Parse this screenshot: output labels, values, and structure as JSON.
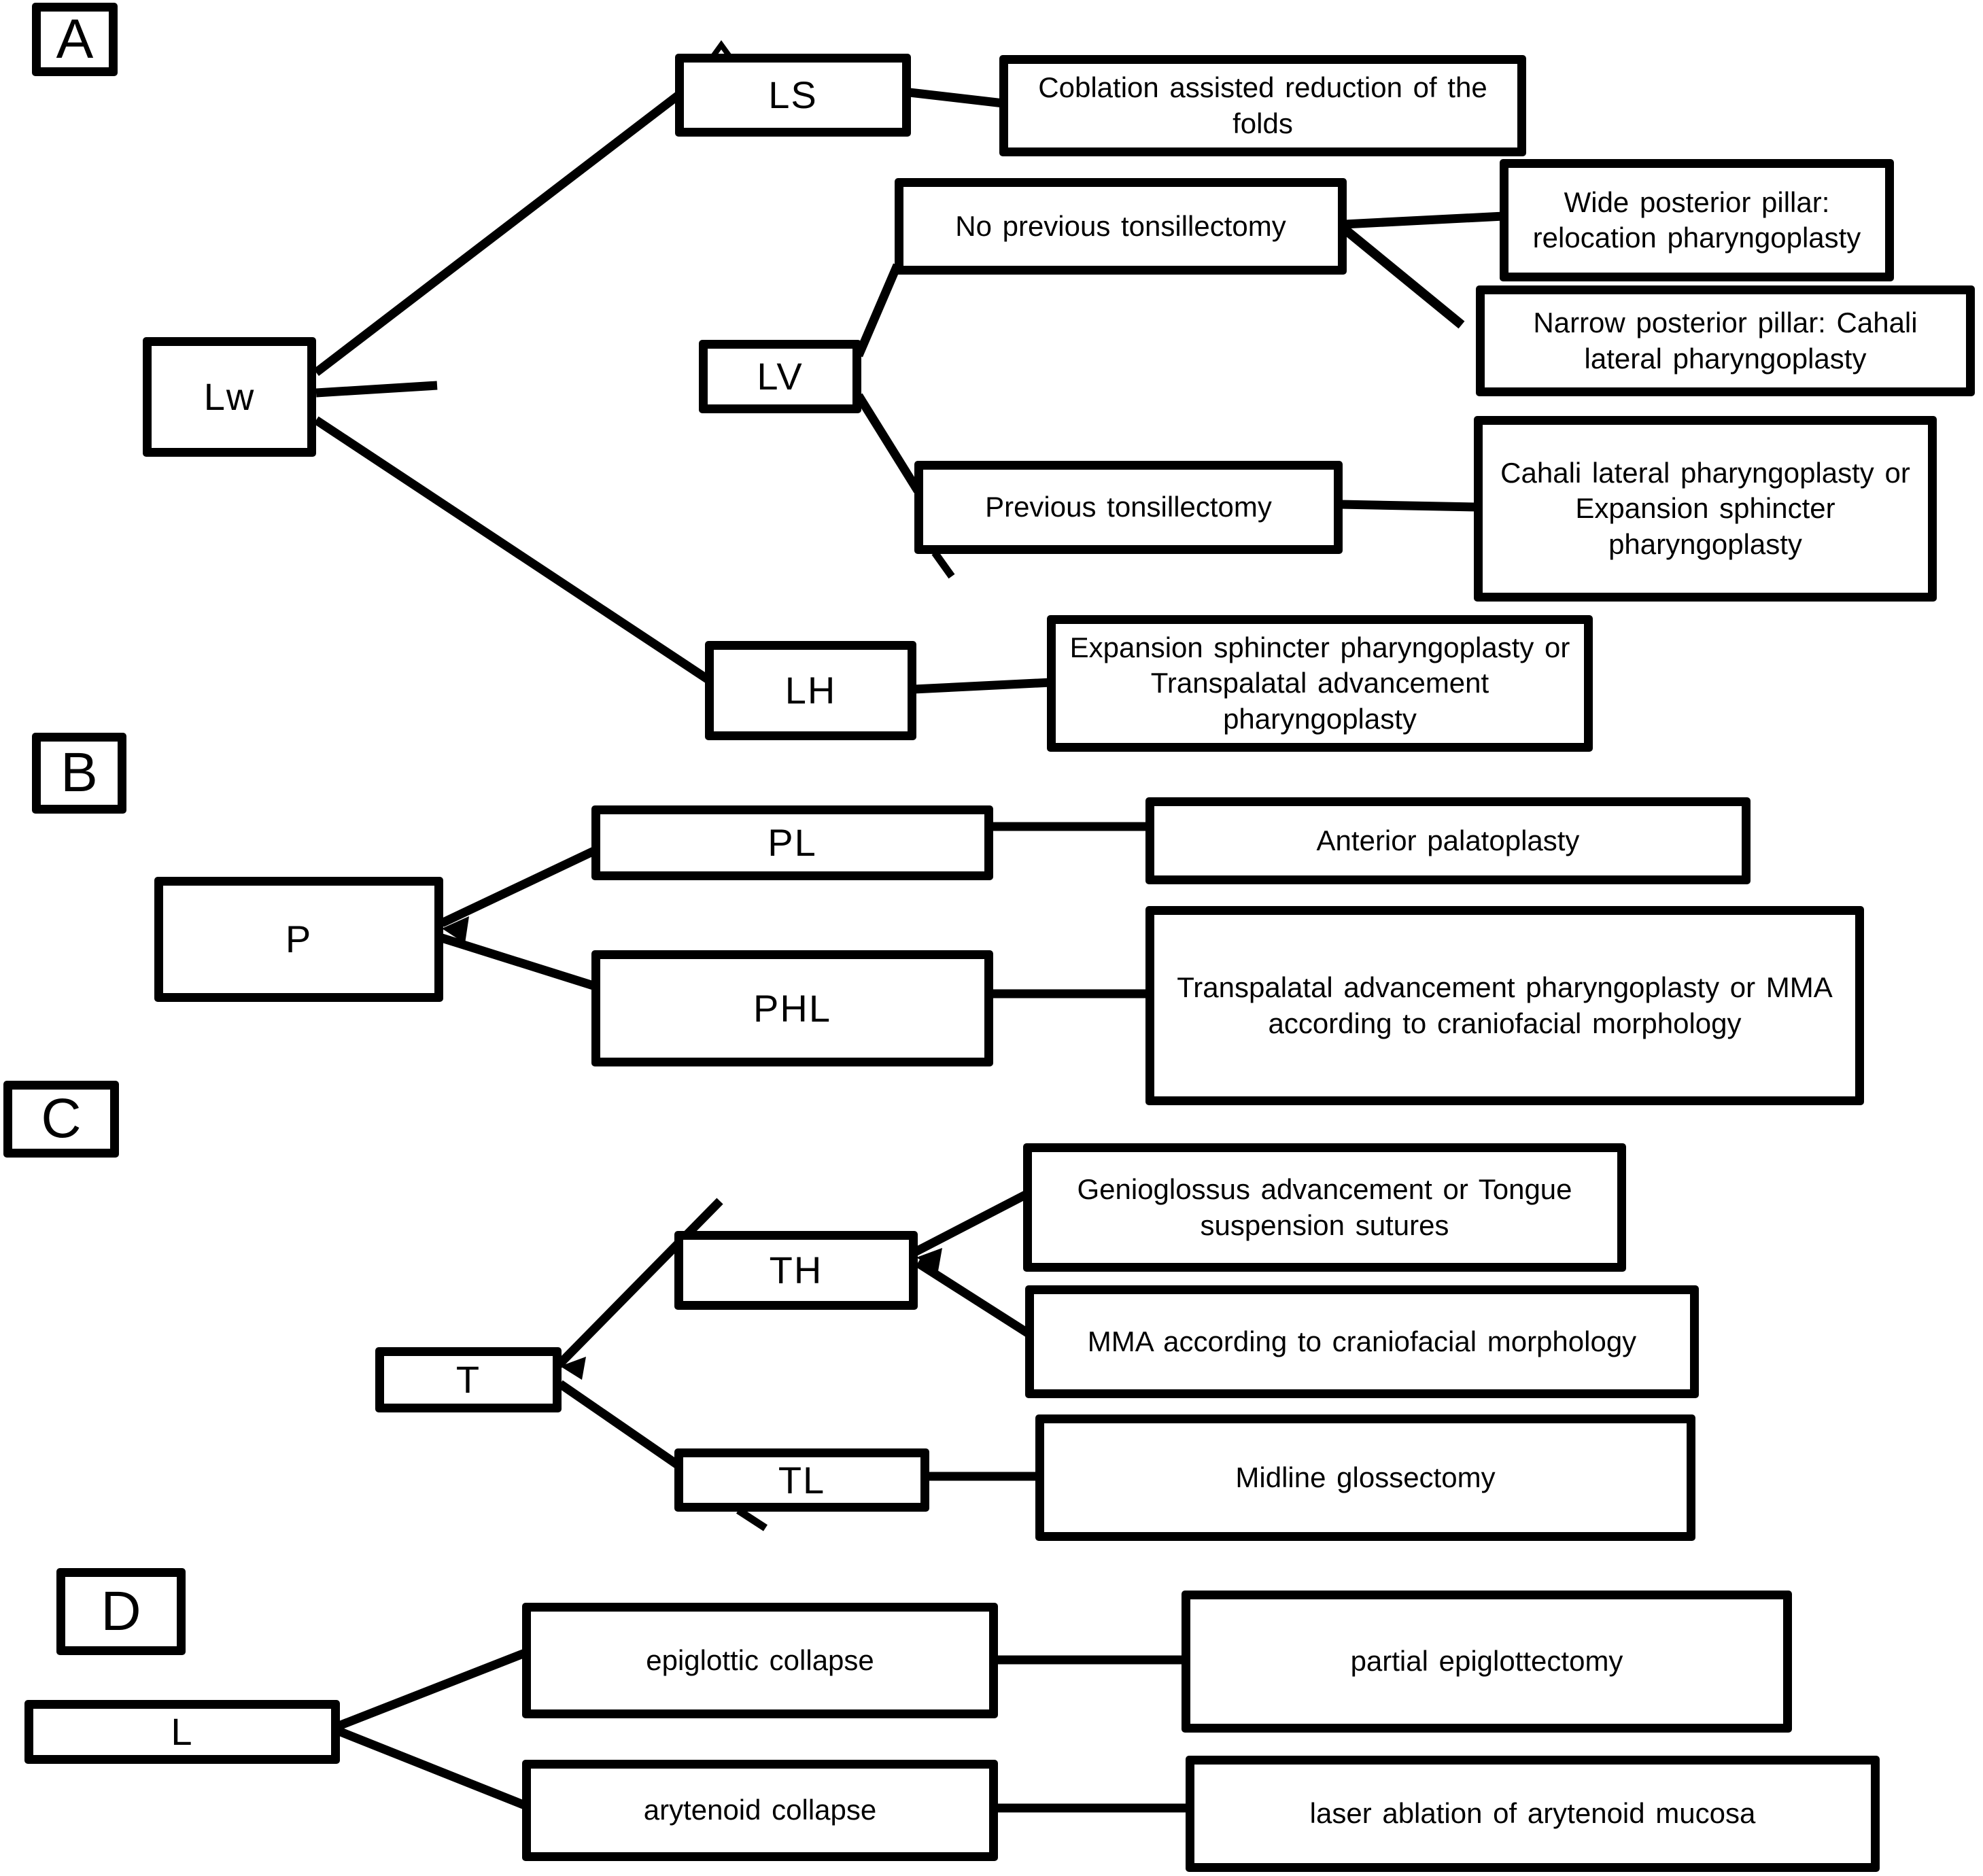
{
  "diagram": {
    "type": "flowchart",
    "description": "Four-panel surgical decision tree (panels A, B, C, D) mapping airway collapse patterns to surgical procedures",
    "panels": [
      "A",
      "B",
      "C",
      "D"
    ],
    "line_color": "#000000",
    "box_background": "#ffffff"
  },
  "nodes": {
    "a": "A",
    "lw": "Lw",
    "ls": "LS",
    "coblation": "Coblation assisted reduction of the folds",
    "no_prev": "No previous tonsillectomy",
    "wide_post": "Wide posterior pillar: relocation pharyngoplasty",
    "narrow_post": "Narrow posterior pillar: Cahali lateral pharyngoplasty",
    "lv": "LV",
    "prev_tons": "Previous tonsillectomy",
    "cahali": "Cahali lateral pharyngoplasty or Expansion sphincter pharyngoplasty",
    "lh": "LH",
    "exp_sph": "Expansion sphincter pharyngoplasty or Transpalatal advancement pharyngoplasty",
    "b": "B",
    "pl": "PL",
    "anterior": "Anterior palatoplasty",
    "p": "P",
    "phl": "PHL",
    "transpalatal": "Transpalatal advancement pharyngoplasty or MMA according to craniofacial morphology",
    "c": "C",
    "genioglossus": "Genioglossus advancement or Tongue suspension sutures",
    "th": "TH",
    "mma": "MMA according to craniofacial morphology",
    "t": "T",
    "tl": "TL",
    "midline": "Midline glossectomy",
    "d": "D",
    "epiglottic": "epiglottic collapse",
    "partial_epiglottectomy": "partial epiglottectomy",
    "l": "L",
    "arytenoid": "arytenoid collapse",
    "laser": "laser ablation of arytenoid mucosa"
  },
  "connections": [
    {
      "panel": "A",
      "from": "Lw",
      "to": "LS"
    },
    {
      "panel": "A",
      "from": "Lw",
      "to": "LV"
    },
    {
      "panel": "A",
      "from": "Lw",
      "to": "LH"
    },
    {
      "panel": "A",
      "from": "LS",
      "to": "Coblation assisted reduction of the folds"
    },
    {
      "panel": "A",
      "from": "LV",
      "to": "No previous tonsillectomy"
    },
    {
      "panel": "A",
      "from": "LV",
      "to": "Previous tonsillectomy"
    },
    {
      "panel": "A",
      "from": "No previous tonsillectomy",
      "to": "Wide posterior pillar: relocation pharyngoplasty"
    },
    {
      "panel": "A",
      "from": "No previous tonsillectomy",
      "to": "Narrow posterior pillar: Cahali lateral pharyngoplasty"
    },
    {
      "panel": "A",
      "from": "Previous tonsillectomy",
      "to": "Cahali lateral pharyngoplasty or Expansion sphincter pharyngoplasty"
    },
    {
      "panel": "A",
      "from": "LH",
      "to": "Expansion sphincter pharyngoplasty or Transpalatal advancement pharyngoplasty"
    },
    {
      "panel": "B",
      "from": "P",
      "to": "PL"
    },
    {
      "panel": "B",
      "from": "P",
      "to": "PHL"
    },
    {
      "panel": "B",
      "from": "PL",
      "to": "Anterior palatoplasty"
    },
    {
      "panel": "B",
      "from": "PHL",
      "to": "Transpalatal advancement pharyngoplasty or MMA according to craniofacial morphology"
    },
    {
      "panel": "C",
      "from": "T",
      "to": "TH"
    },
    {
      "panel": "C",
      "from": "T",
      "to": "TL"
    },
    {
      "panel": "C",
      "from": "TH",
      "to": "Genioglossus advancement or Tongue suspension sutures"
    },
    {
      "panel": "C",
      "from": "TH",
      "to": "MMA according to craniofacial morphology"
    },
    {
      "panel": "C",
      "from": "TL",
      "to": "Midline glossectomy"
    },
    {
      "panel": "D",
      "from": "L",
      "to": "epiglottic collapse"
    },
    {
      "panel": "D",
      "from": "L",
      "to": "arytenoid collapse"
    },
    {
      "panel": "D",
      "from": "epiglottic collapse",
      "to": "partial epiglottectomy"
    },
    {
      "panel": "D",
      "from": "arytenoid collapse",
      "to": "laser ablation of arytenoid mucosa"
    }
  ]
}
